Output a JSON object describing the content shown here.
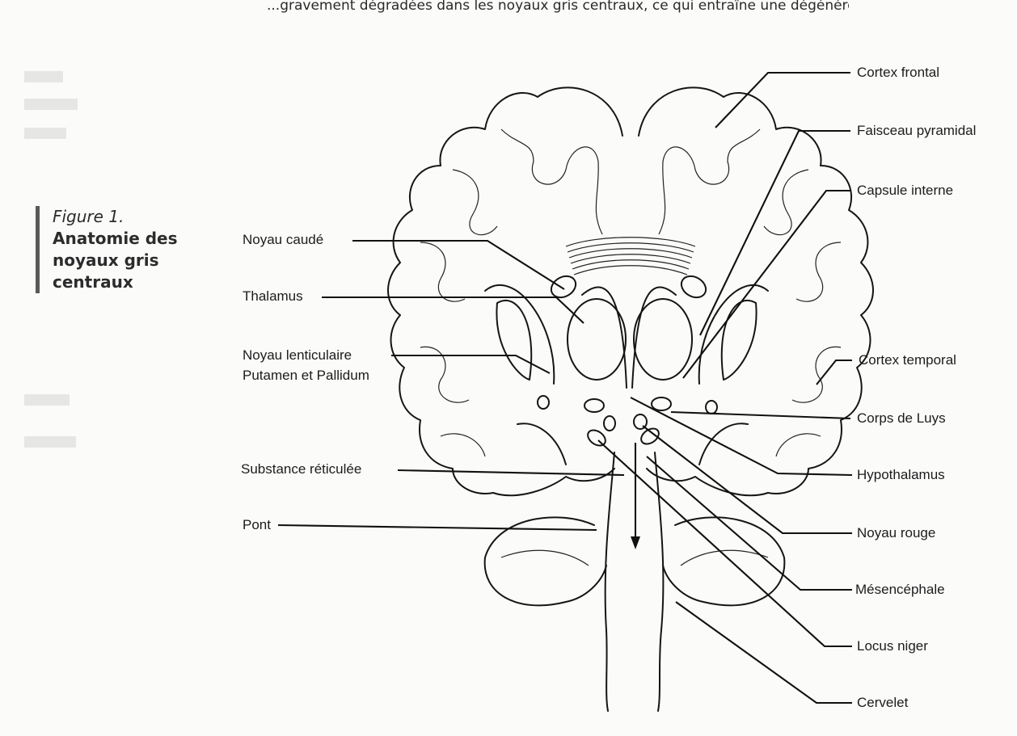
{
  "page": {
    "top_fragment": "...gravement dégradées dans les noyaux gris centraux, ce qui entraîne une dégénérescence..."
  },
  "caption": {
    "number": "Figure 1.",
    "title": "Anatomie des noyaux gris centraux"
  },
  "labels": {
    "left": [
      {
        "id": "noyau-caude",
        "lines": [
          "Noyau caudé"
        ]
      },
      {
        "id": "thalamus",
        "lines": [
          "Thalamus"
        ]
      },
      {
        "id": "noyau-lenticulaire",
        "lines": [
          "Noyau lenticulaire",
          "Putamen et Pallidum"
        ]
      },
      {
        "id": "substance-reticulee",
        "lines": [
          "Substance réticulée"
        ]
      },
      {
        "id": "pont",
        "lines": [
          "Pont"
        ]
      }
    ],
    "right": [
      {
        "id": "cortex-frontal",
        "lines": [
          "Cortex frontal"
        ]
      },
      {
        "id": "faisceau-pyramidal",
        "lines": [
          "Faisceau pyramidal"
        ]
      },
      {
        "id": "capsule-interne",
        "lines": [
          "Capsule interne"
        ]
      },
      {
        "id": "cortex-temporal",
        "lines": [
          "Cortex temporal"
        ]
      },
      {
        "id": "corps-de-luys",
        "lines": [
          "Corps de Luys"
        ]
      },
      {
        "id": "hypothalamus",
        "lines": [
          "Hypothalamus"
        ]
      },
      {
        "id": "noyau-rouge",
        "lines": [
          "Noyau rouge"
        ]
      },
      {
        "id": "mesencephale",
        "lines": [
          "Mésencéphale"
        ]
      },
      {
        "id": "locus-niger",
        "lines": [
          "Locus niger"
        ]
      },
      {
        "id": "cervelet",
        "lines": [
          "Cervelet"
        ]
      }
    ]
  }
}
